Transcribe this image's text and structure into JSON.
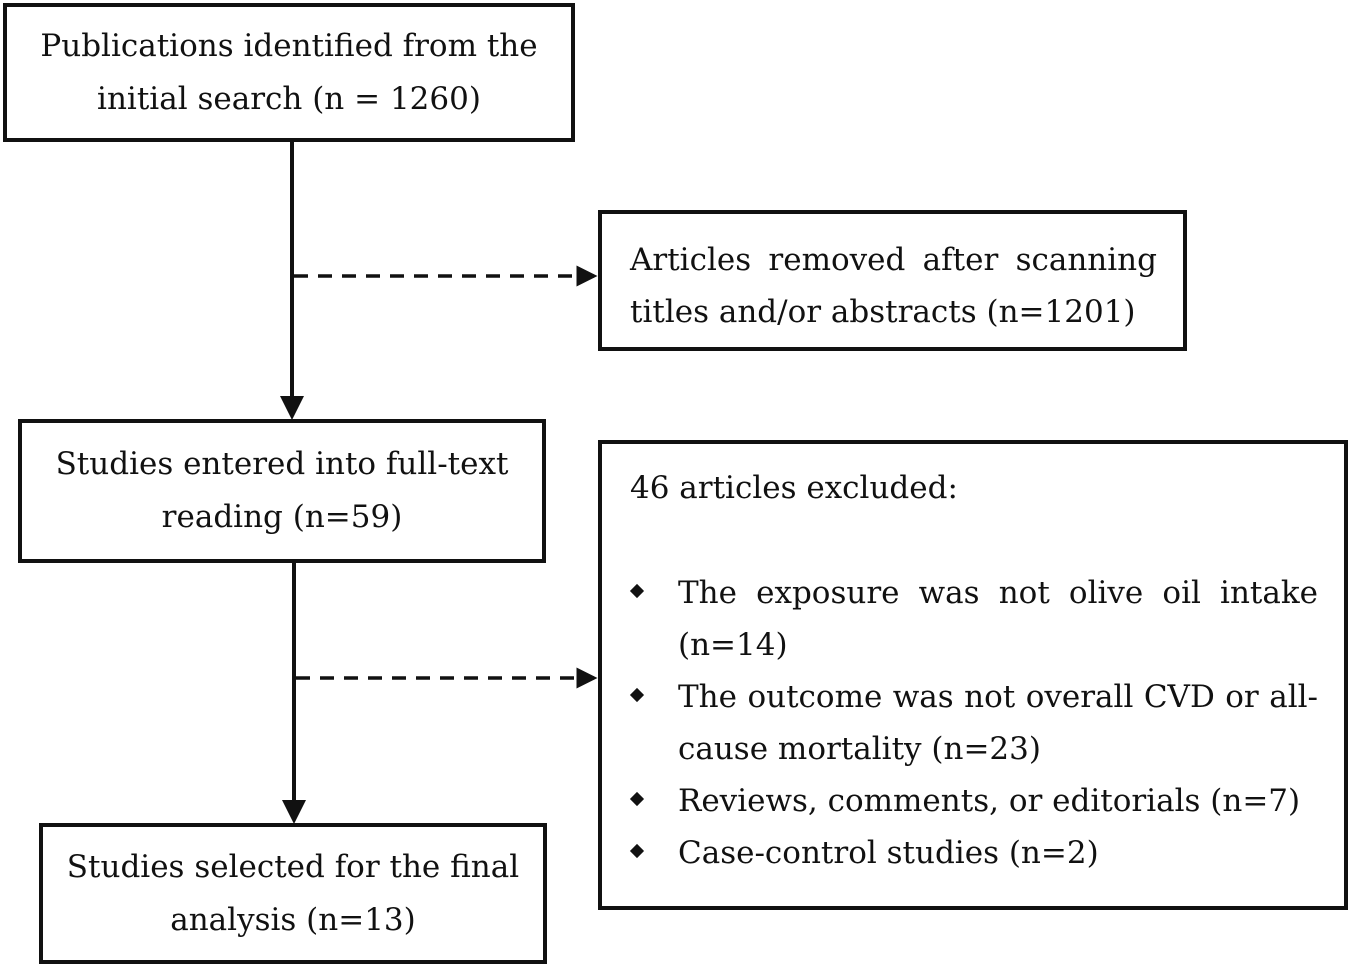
{
  "nodes": {
    "initial_search": "Publications identified from the initial search (n = 1260)",
    "removed_titles": "Articles removed after scanning titles and/or abstracts (n=1201)",
    "full_text": "Studies entered into full-text reading (n=59)",
    "excluded": {
      "title": "46 articles excluded:",
      "reasons": [
        "The exposure was not olive oil intake (n=14)",
        "The outcome was not overall CVD or all-cause mortality (n=23)",
        "Reviews, comments, or editorials (n=7)",
        "Case-control studies (n=2)"
      ]
    },
    "final": "Studies selected for the final analysis (n=13)"
  }
}
